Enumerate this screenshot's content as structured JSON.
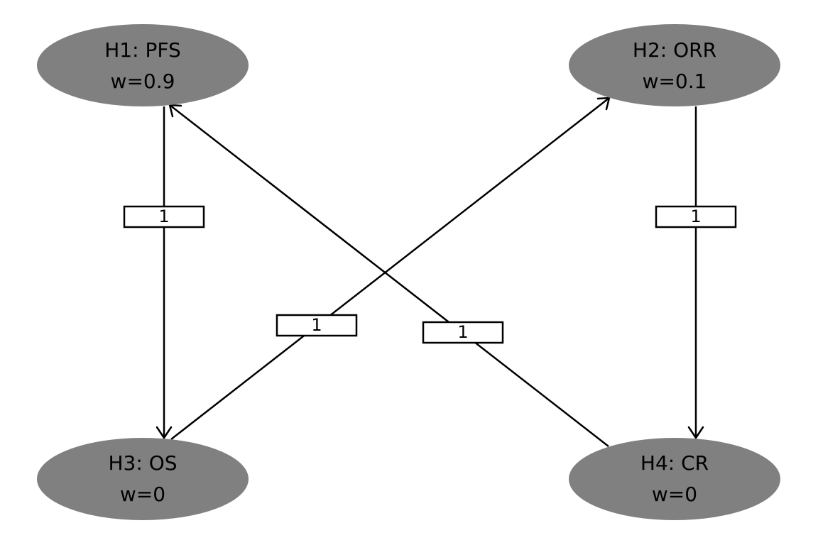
{
  "nodes": {
    "h1": {
      "title": "H1: PFS",
      "weight": "w=0.9"
    },
    "h2": {
      "title": "H2: ORR",
      "weight": "w=0.1"
    },
    "h3": {
      "title": "H3: OS",
      "weight": "w=0"
    },
    "h4": {
      "title": "H4: CR",
      "weight": "w=0"
    }
  },
  "edges": {
    "h1_to_h3": {
      "from": "H1: PFS",
      "to": "H3: OS",
      "label": "1"
    },
    "h2_to_h4": {
      "from": "H2: ORR",
      "to": "H4: CR",
      "label": "1"
    },
    "h3_to_h2": {
      "from": "H3: OS",
      "to": "H2: ORR",
      "label": "1"
    },
    "h4_to_h1": {
      "from": "H4: CR",
      "to": "H1: PFS",
      "label": "1"
    }
  },
  "colors": {
    "node_fill": "#808080",
    "edge": "#000000",
    "label_box": "#ffffff"
  }
}
